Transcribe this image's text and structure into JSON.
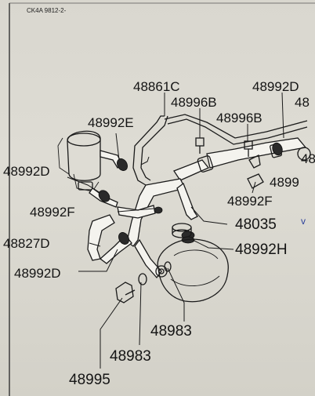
{
  "drawing_code": "CK4A 9812-2-",
  "labels": {
    "l48861c": "48861C",
    "l48992d_top": "48992D",
    "l48996b_1": "48996B",
    "l48996b_2": "48996B",
    "l48992e": "48992E",
    "l48992d_left": "48992D",
    "l48992f_left": "48992F",
    "l48992f_right": "48992F",
    "l48035": "48035",
    "l48827d": "48827D",
    "l48992h": "48992H",
    "l48992d_bottom": "48992D",
    "l48983_1": "48983",
    "l48983_2": "48983",
    "l48995": "48995",
    "l48_cut_top": "48",
    "l48_cut_mid": "48",
    "l48996_cut": "4899"
  },
  "annotations": {
    "pen_mark": "v"
  }
}
